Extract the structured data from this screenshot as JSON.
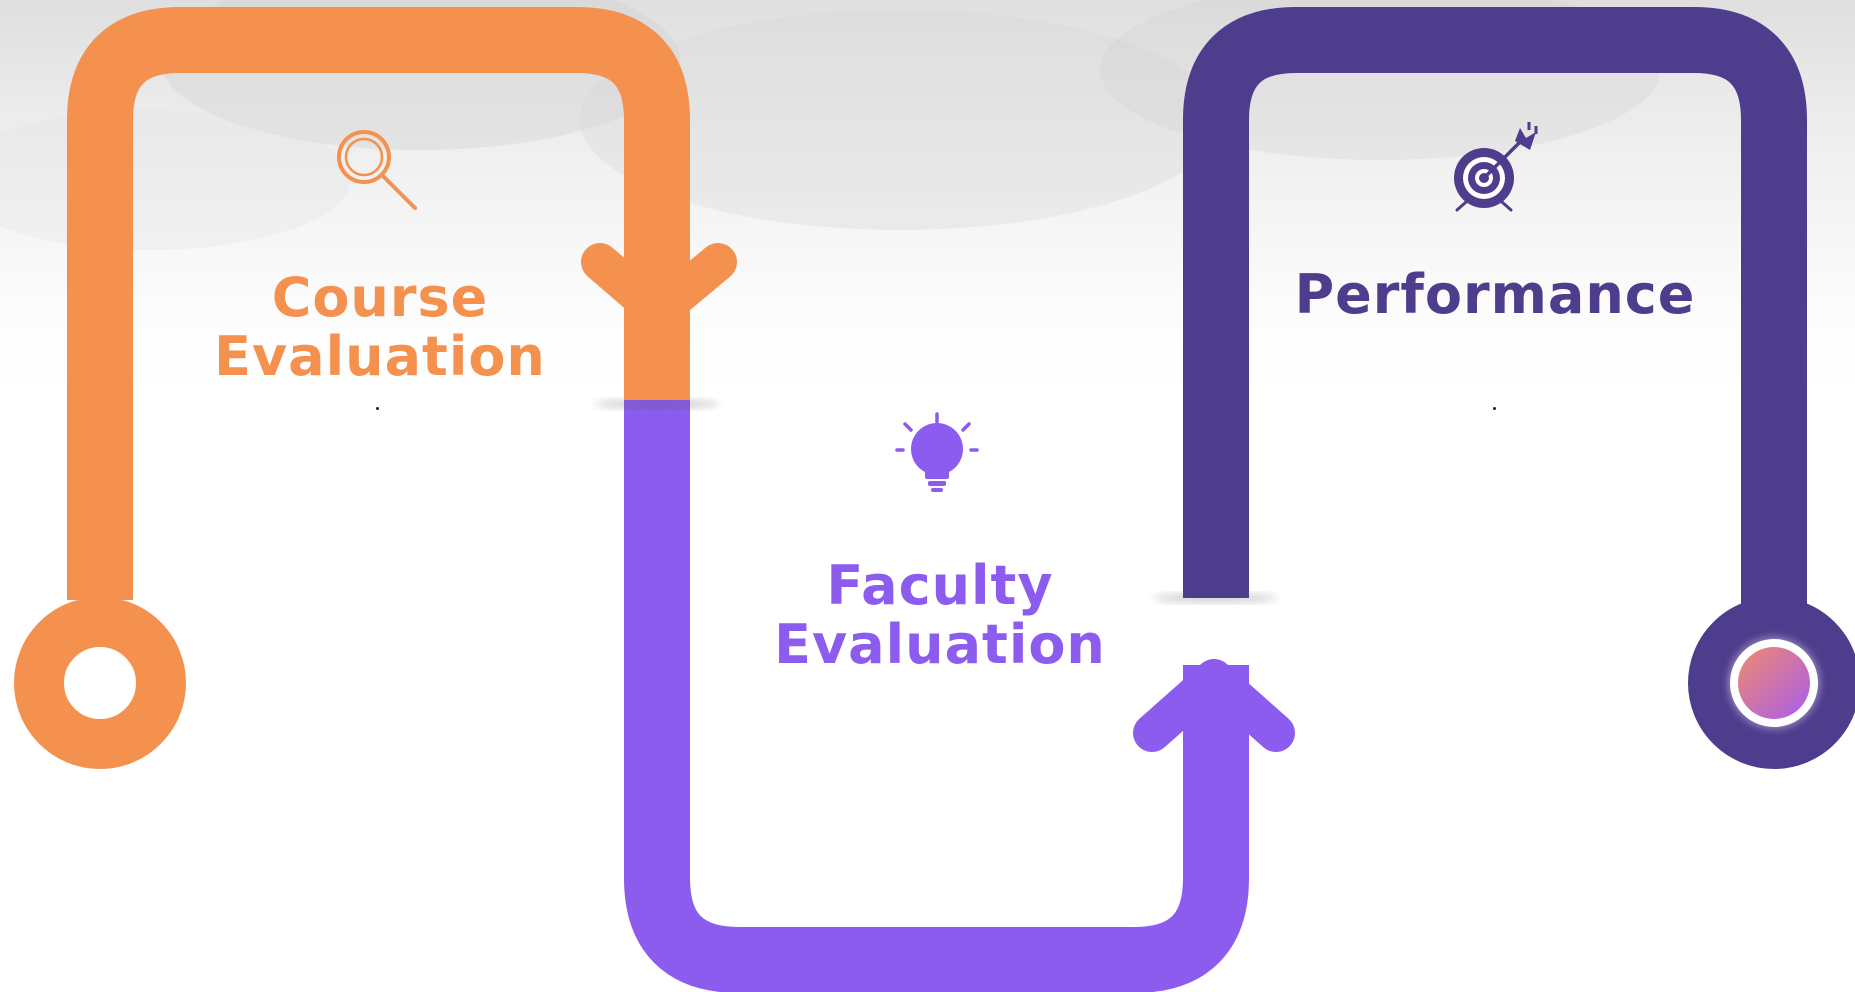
{
  "steps": [
    {
      "title_line1": "Course",
      "title_line2": "Evaluation",
      "icon": "magnifier-icon",
      "color": "#f4914f",
      "caption": "."
    },
    {
      "title_line1": "Faculty",
      "title_line2": "Evaluation",
      "icon": "lightbulb-icon",
      "color": "#8c5cef"
    },
    {
      "title_line1": "Performance",
      "icon": "target-icon",
      "color": "#4e3c8d",
      "caption": "."
    }
  ],
  "colors": {
    "orange": "#f4914f",
    "purple": "#8c5cef",
    "indigo": "#4e3c8d",
    "end_gradient_start": "#f08a6b",
    "end_gradient_end": "#a85cf0"
  }
}
